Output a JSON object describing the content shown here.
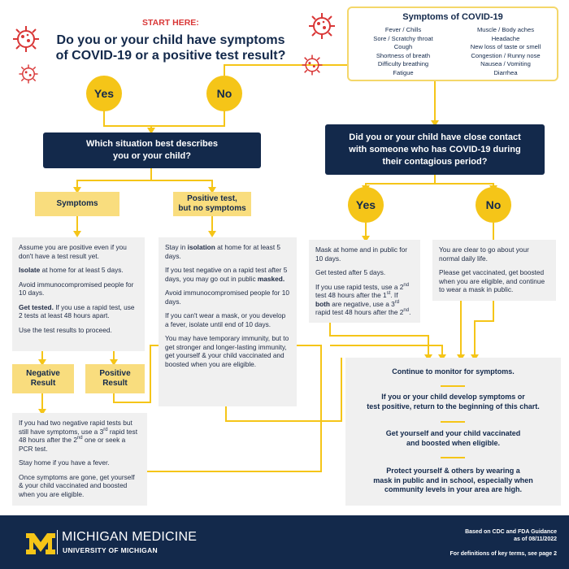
{
  "header": {
    "start_label": "START HERE:",
    "question_line1": "Do you or your child have symptoms",
    "question_line2": "of COVID-19 or a positive test result?"
  },
  "symptoms_panel": {
    "title": "Symptoms of COVID-19",
    "left": [
      "Fever / Chills",
      "Sore / Scratchy throat",
      "Cough",
      "Shortness of breath",
      "Difficulty breathing",
      "Fatigue"
    ],
    "right": [
      "Muscle / Body aches",
      "Headache",
      "New loss of taste or smell",
      "Congestion / Runny nose",
      "Nausea / Vomiting",
      "Diarrhea"
    ]
  },
  "answers": {
    "yes": "Yes",
    "no": "No"
  },
  "left_branch": {
    "question_line1": "Which situation best describes",
    "question_line2": "you or your child?",
    "tag_symptoms": "Symptoms",
    "tag_positive_line1": "Positive test,",
    "tag_positive_line2": "but no symptoms",
    "symptoms_box": {
      "p1": "Assume you are positive even if you don't have a test result yet.",
      "p2_bold": "Isolate",
      "p2_rest": " at home for at least 5 days.",
      "p3": "Avoid immunocompromised people for 10 days.",
      "p4_bold": "Get tested.",
      "p4_rest": " If you use a rapid test, use 2 tests at least 48 hours apart.",
      "p5": "Use the test results to proceed."
    },
    "positive_box": {
      "p1_a": "Stay in ",
      "p1_bold": "isolation",
      "p1_b": " at home for at least 5 days.",
      "p2_a": "If you test negative on a rapid test after 5 days, you may go out in public ",
      "p2_bold": "masked.",
      "p3": "Avoid immunocompromised people for 10 days.",
      "p4": "If you can't wear a mask, or you develop a fever, isolate until end of 10 days.",
      "p5": "You may have temporary immunity, but to get stronger and longer-lasting immunity, get yourself & your child vaccinated and boosted when you are eligible."
    },
    "tag_negative_line1": "Negative",
    "tag_negative_line2": "Result",
    "tag_positive_result_line1": "Positive",
    "tag_positive_result_line2": "Result",
    "negative_box": {
      "p1_a": "If you had two negative rapid tests but still have symptoms, use a 3",
      "p1_sup1": "rd",
      "p1_b": " rapid test 48 hours after the 2",
      "p1_sup2": "nd",
      "p1_c": " one or seek a PCR test.",
      "p2": "Stay home if you have a fever.",
      "p3": "Once symptoms are gone, get yourself & your child vaccinated and boosted when you are eligible."
    }
  },
  "right_branch": {
    "question_line1": "Did you or your child have close contact",
    "question_line2": "with someone who has COVID-19 during",
    "question_line3": "their contagious period?",
    "yes_box": {
      "p1": "Mask at home and in public for 10 days.",
      "p2": "Get tested after 5 days.",
      "p3_a": "If you use rapid tests, use a 2",
      "p3_sup1": "nd",
      "p3_b": " test 48 hours after the 1",
      "p3_sup2": "st",
      "p3_c": ". If ",
      "p3_bold": "both",
      "p3_d": " are negative, use a 3",
      "p3_sup3": "rd",
      "p3_e": " rapid test 48 hours after the 2",
      "p3_sup4": "nd",
      "p3_f": "."
    },
    "no_box": {
      "p1": "You are clear to go about your normal daily life.",
      "p2": "Please get vaccinated, get boosted when you are eligible, and continue to wear a mask in public."
    }
  },
  "monitor": {
    "item1": "Continue to monitor for symptoms.",
    "item2_line1": "If you or your child develop symptoms or",
    "item2_line2": "test positive, return to the beginning of this chart.",
    "item3_line1": "Get yourself and your child vaccinated",
    "item3_line2": "and boosted when eligible.",
    "item4_line1": "Protect yourself & others by wearing a",
    "item4_line2": "mask in public and in school, especially when",
    "item4_line3": "community levels in your area are high."
  },
  "footer": {
    "brand": "MICHIGAN MEDICINE",
    "sub": "UNIVERSITY OF MICHIGAN",
    "based_line1": "Based on CDC and FDA Guidance",
    "based_line2": "as of 08/11/2022",
    "definitions": "For definitions of key terms, see page 2"
  },
  "colors": {
    "navy": "#13294b",
    "yellow": "#f5c518",
    "light_yellow": "#f9dd7e",
    "red": "#d93737",
    "grey": "#f0f0f0"
  }
}
